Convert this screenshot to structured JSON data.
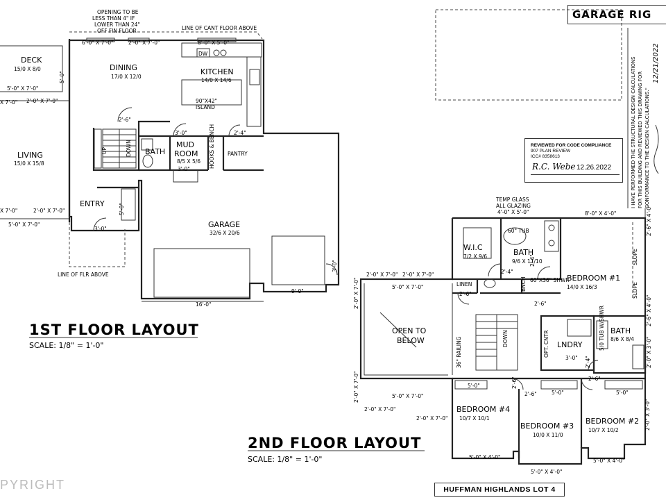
{
  "corner_title": "GARAGE RIG",
  "first_floor": {
    "title": "1ST FLOOR LAYOUT",
    "scale": "SCALE: 1/8\" = 1'-0\"",
    "rooms": {
      "deck": {
        "name": "DECK",
        "size": "15/0 X 8/0"
      },
      "dining": {
        "name": "DINING",
        "size": "17/0 X 12/0"
      },
      "kitchen": {
        "name": "KITCHEN",
        "size": "14/0 X 14/6"
      },
      "island": {
        "name": "ISLAND",
        "size": "90\"X42\""
      },
      "living": {
        "name": "LIVING",
        "size": "15/0 X 15/8"
      },
      "bath": {
        "name": "BATH"
      },
      "mud_room": {
        "name_1": "MUD",
        "name_2": "ROOM",
        "size": "8/5 X 5/6"
      },
      "hooks": "HOOKS & BENCH",
      "pantry": {
        "name": "PANTRY"
      },
      "entry": {
        "name": "ENTRY"
      },
      "garage": {
        "name": "GARAGE",
        "size": "32/6 X 20/6"
      }
    },
    "notes": {
      "opening_1": "OPENING TO BE",
      "opening_2": "LESS THAN 4\" IF",
      "opening_3": "LOWER THAN 24\"",
      "opening_4": "OFF FIN FLOOR",
      "cant_floor": "LINE OF CANT FLOOR ABOVE",
      "flr_above": "LINE OF FLR ABOVE",
      "up": "UP",
      "down": "DOWN",
      "dw": "DW"
    },
    "dims": {
      "top_win_1": "6'-0\" X 7'-0\"",
      "top_win_2": "2'-0\" X 7'-0\"",
      "top_win_3": "8'-0\" X 5'-0\"",
      "deck_win_1": "5'-0\" X 7'-0\"",
      "deck_win_2": "X 7'-0\"",
      "deck_win_3": "2'-0\" X 7'-0\"",
      "liv_win_1": "X 7'-0\"",
      "liv_win_2": "2'-0\" X 7'-0\"",
      "liv_win_3": "5'-0\" X 7'-0\"",
      "deck_door": "5'-0\"",
      "dining_door": "2'-6\"",
      "bath_door": "3'-0\"",
      "mud_door": "3'-0\"",
      "pantry_door": "2'-4\"",
      "entry_side": "5'-0\"",
      "entry_door": "3'-0\"",
      "garage_door": "3'-0\"",
      "garage_1": "16'-0\"",
      "garage_2": "9'-0\""
    }
  },
  "second_floor": {
    "title": "2ND FLOOR LAYOUT",
    "scale": "SCALE: 1/8\" = 1'-0\"",
    "rooms": {
      "wic": {
        "name": "W.I.C",
        "size": "7/2 X 9/6"
      },
      "bath_master": {
        "name": "BATH",
        "size": "9/6 X 11/10"
      },
      "tub": "60\" TUB",
      "shower": "60\"X36\" SHWR",
      "bedroom1": {
        "name": "BEDROOM #1",
        "size": "14/0 X 16/3"
      },
      "linen": "LINEN",
      "bench": "BNCH",
      "open_below_1": "OPEN TO",
      "open_below_2": "BELOW",
      "railing": "36\" RAILING",
      "laundry": {
        "name": "LNDRY"
      },
      "opt_cntr": "OPT. CNTR",
      "tub_shwr": "5/0 TUB W/SHWR",
      "bath2": {
        "name": "BATH",
        "size": "8/6 X 8/4"
      },
      "bedroom4": {
        "name": "BEDROOM #4",
        "size": "10/7 X 10/1"
      },
      "bedroom3": {
        "name": "BEDROOM #3",
        "size": "10/0 X 11/0"
      },
      "bedroom2": {
        "name": "BEDROOM #2",
        "size": "10/7 X 10/2"
      },
      "down": "DOWN"
    },
    "notes": {
      "temp_glass_1": "TEMP GLASS",
      "temp_glass_2": "ALL GLAZING",
      "temp_glass_3": "4'-0\" X 5'-0\"",
      "slope_1": "SLOPE",
      "slope_2": "SLOPE"
    },
    "dims": {
      "top_right": "8'-0\" X 4'-0\"",
      "right_1": "2'-6\" X 4'-0\"",
      "right_2": "2'-6\" X 4'-0\"",
      "right_3": "2'-0\" X 3'-0\"",
      "open_top_1": "2'-0\" X 7'-0\"",
      "open_top_2": "2'-0\" X 7'-0\"",
      "open_top_3": "5'-0\" X 7'-0\"",
      "open_left_1": "2'-0\" X 7'-0\"",
      "open_left_2": "2'-0\" X 7'-0\"",
      "open_bot_1": "5'-0\" X 7'-0\"",
      "open_bot_2": "2'-0\" X 7'-0\"",
      "open_bot_3": "2'-0\" X 7'-0\"",
      "bed4_side": "2'-0\" X 7'-0\"",
      "bed4_bot": "5'-0\" X 4'-0\"",
      "bed3_bot": "5'-0\" X 4'-0\"",
      "bed2_bot": "5'-0\" X 4'-0\"",
      "bed2_right": "2'-0\" X 3'-0\"",
      "linen_door": "2'-6\"",
      "wic_door": "2'-4\"",
      "bath_door": "2'-4\"",
      "bed1_door": "2'-6\"",
      "lndry_door": "3'-0\"",
      "bath2_door": "2'-4\"",
      "bed4_door": "2'-6\"",
      "bed3_door": "2'-6\"",
      "bed2_door": "2'-6\"",
      "bed4_closet": "5'-0\"",
      "bed3_closet": "5'-0\"",
      "bed2_closet": "5'-0\""
    }
  },
  "stamp": {
    "line1": "REVIEWED FOR CODE COMPLIANCE",
    "line2": "907 PLAN REVIEW",
    "line3": "ICC# 8358613",
    "signature": "R.C. Webe",
    "date": "12.26.2022"
  },
  "certification": {
    "line1": "I HAVE PERFORMED THE STRUCTURAL DESIGN CALCULATIONS",
    "line2": "FOR THIS BUILDING AND REVIEWED THIS DRAWING FOR",
    "line3": "CONFORMANCE TO THE DESIGN CALCULATIONS.\"",
    "date": "12/21/2022"
  },
  "project_tag": "HUFFMAN HIGHLANDS LOT 4",
  "copyright": "PYRIGHT"
}
